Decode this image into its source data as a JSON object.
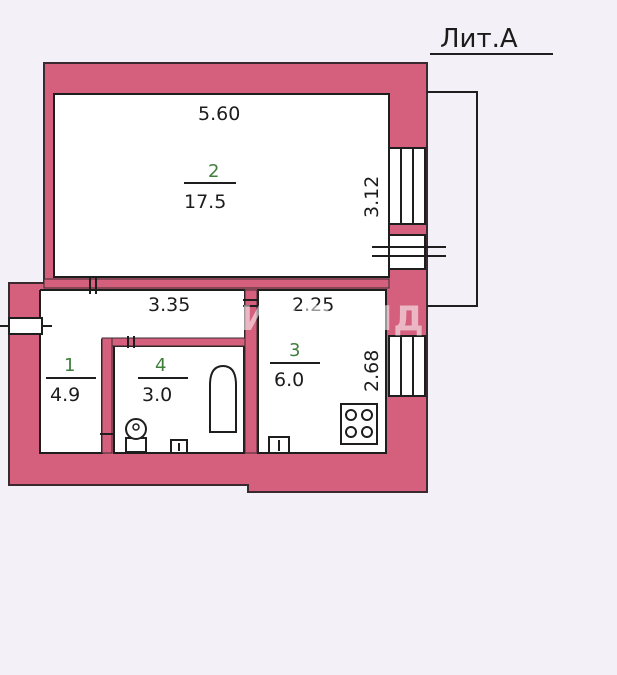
{
  "plan": {
    "liter_label": "Лит.А",
    "watermark": "ЖИЛФОНД",
    "colors": {
      "wall": "#d4607d",
      "wall_stroke": "#3a2a30",
      "floor": "#ffffff",
      "line": "#1e1e1e",
      "room_number_green": "#3f7e3c",
      "background": "#f3f1f7"
    },
    "rooms": [
      {
        "number": "1",
        "area": "4.9"
      },
      {
        "number": "2",
        "area": "17.5"
      },
      {
        "number": "3",
        "area": "6.0"
      },
      {
        "number": "4",
        "area": "3.0"
      }
    ],
    "dimensions": {
      "room2_width": "5.60",
      "room2_depth": "3.12",
      "corridor_width": "3.35",
      "room3_width": "2.25",
      "room3_depth": "2.68"
    },
    "fixtures": [
      "bathtub",
      "toilet",
      "sink",
      "kitchen-sink",
      "stove"
    ]
  }
}
